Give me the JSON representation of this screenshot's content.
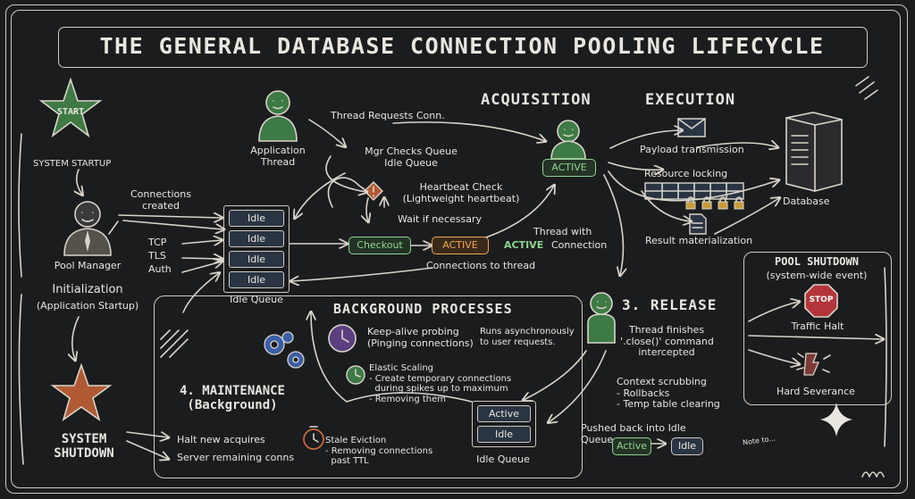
{
  "title": "THE GENERAL DATABASE CONNECTION POOLING LIFECYCLE",
  "start": {
    "star_label": "START",
    "caption": "SYSTEM STARTUP"
  },
  "pool_manager": {
    "label": "Pool Manager",
    "connections_created": "Connections\ncreated",
    "protocols": [
      "TCP",
      "TLS",
      "Auth"
    ]
  },
  "initialization": {
    "title": "Initialization",
    "subtitle": "(Application Startup)"
  },
  "idle_queue": {
    "slots": [
      "Idle",
      "Idle",
      "Idle",
      "Idle"
    ],
    "label": "Idle Queue"
  },
  "app_thread": {
    "label": "Application\nThread"
  },
  "flow": {
    "thread_requests": "Thread Requests Conn.",
    "mgr_checks": "Mgr Checks Queue\nIdle Queue",
    "heartbeat": "Heartbeat Check\n(Lightweight heartbeat)",
    "wait": "Wait if necessary",
    "checkout": "Checkout",
    "active": "ACTIVE",
    "thread_with_prefix": "Thread with",
    "thread_with_active": "ACTIVE",
    "thread_with_suffix": "Connection",
    "connections_to_thread": "Connections to thread"
  },
  "acquisition": {
    "heading": "ACQUISITION",
    "badge": "ACTIVE"
  },
  "execution": {
    "heading": "EXECUTION",
    "payload": "Payload transmission",
    "resource_locking": "Resource locking",
    "result": "Result materialization",
    "database": "Database"
  },
  "release": {
    "heading": "3. RELEASE",
    "thread_finishes": "Thread finishes\n'.close()' command\nintercepted",
    "context": "Context scrubbing\n- Rollbacks\n- Temp table clearing",
    "pushed": "Pushed back into Idle\nQueue",
    "pill_active": "Active",
    "pill_idle": "Idle"
  },
  "background": {
    "heading": "BACKGROUND PROCESSES",
    "keepalive": "Keep-alive probing\n(Pinging connections)",
    "keepalive_note": "Runs asynchronously\nto user requests.",
    "elastic": "Elastic Scaling\n- Create temporary connections\n  during spikes up to maximum\n- Removing them",
    "stale": "Stale Eviction\n- Removing connections\n  past TTL",
    "idle_queue_slots": [
      "Active",
      "Idle"
    ],
    "idle_queue_label": "Idle Queue"
  },
  "maintenance": {
    "heading": "4. MAINTENANCE\n(Background)"
  },
  "shutdown": {
    "heading": "SYSTEM\nSHUTDOWN",
    "halt": "Halt new acquires",
    "server": "Server remaining conns"
  },
  "pool_shutdown": {
    "heading": "POOL SHUTDOWN",
    "subheading": "(system-wide event)",
    "stop": "STOP",
    "traffic_halt": "Traffic Halt",
    "hard_severance": "Hard Severance"
  },
  "corner_note": "Note to...",
  "colors": {
    "background": "#1b1c1e",
    "chalk": "#e9e6df",
    "green": "#8fd48f",
    "orange": "#f0a84e",
    "star_green": "#3f7a45",
    "star_orange": "#b05a33",
    "stop_red": "#b3353a"
  }
}
